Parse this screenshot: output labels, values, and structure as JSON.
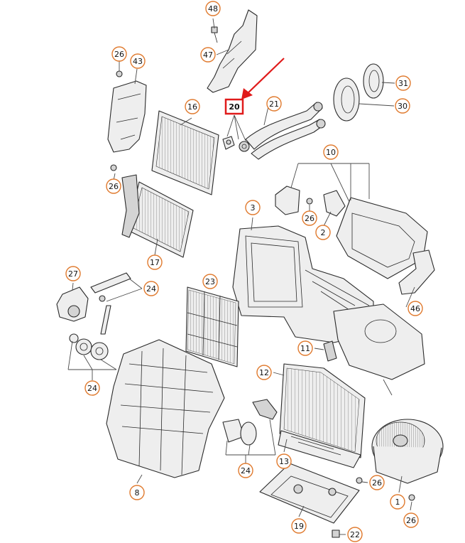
{
  "colors": {
    "callout_stroke": "#e07a2e",
    "highlight": "#e01b1b",
    "line": "#2a2a2a"
  },
  "callouts": [
    {
      "id": "c48",
      "label": "48"
    },
    {
      "id": "c47",
      "label": "47"
    },
    {
      "id": "c26a",
      "label": "26"
    },
    {
      "id": "c43",
      "label": "43"
    },
    {
      "id": "c16",
      "label": "16"
    },
    {
      "id": "c20",
      "label": "20"
    },
    {
      "id": "c21",
      "label": "21"
    },
    {
      "id": "c31",
      "label": "31"
    },
    {
      "id": "c30",
      "label": "30"
    },
    {
      "id": "c10",
      "label": "10"
    },
    {
      "id": "c26b",
      "label": "26"
    },
    {
      "id": "c26c",
      "label": "26"
    },
    {
      "id": "c2",
      "label": "2"
    },
    {
      "id": "c3",
      "label": "3"
    },
    {
      "id": "c17",
      "label": "17"
    },
    {
      "id": "c27",
      "label": "27"
    },
    {
      "id": "c24a",
      "label": "24"
    },
    {
      "id": "c23",
      "label": "23"
    },
    {
      "id": "c46",
      "label": "46"
    },
    {
      "id": "c11",
      "label": "11"
    },
    {
      "id": "c12",
      "label": "12"
    },
    {
      "id": "c24b",
      "label": "24"
    },
    {
      "id": "c24c",
      "label": "24"
    },
    {
      "id": "c13",
      "label": "13"
    },
    {
      "id": "c26d",
      "label": "26"
    },
    {
      "id": "c8",
      "label": "8"
    },
    {
      "id": "c1",
      "label": "1"
    },
    {
      "id": "c19",
      "label": "19"
    },
    {
      "id": "c26e",
      "label": "26"
    },
    {
      "id": "c22",
      "label": "22"
    }
  ],
  "highlighted_callout": "20"
}
